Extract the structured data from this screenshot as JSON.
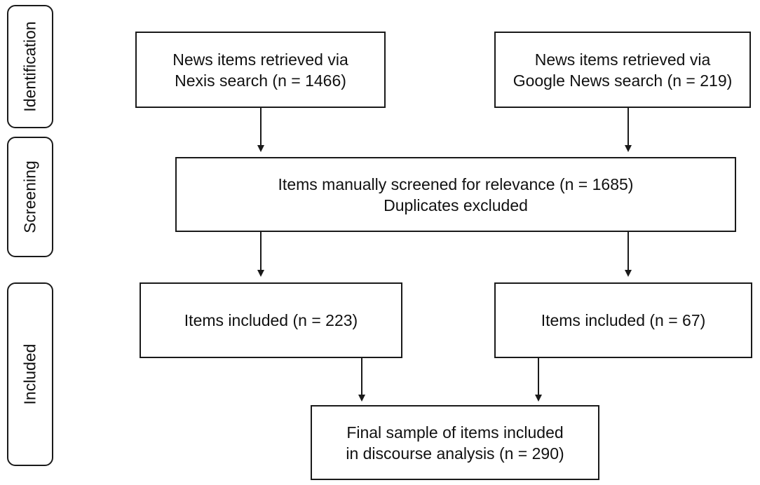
{
  "stages": {
    "identification": "Identification",
    "screening": "Screening",
    "included": "Included"
  },
  "boxes": {
    "nexis": {
      "line1": "News items retrieved via",
      "line2": "Nexis search (n = 1466)"
    },
    "google": {
      "line1": "News items retrieved via",
      "line2": "Google News search (n = 219)"
    },
    "screened": {
      "line1": "Items manually screened for relevance (n = 1685)",
      "line2": "Duplicates excluded"
    },
    "included_left": {
      "line1": "Items included (n = 223)"
    },
    "included_right": {
      "line1": "Items included (n = 67)"
    },
    "final": {
      "line1": "Final sample of items included",
      "line2": "in discourse analysis (n = 290)"
    }
  }
}
